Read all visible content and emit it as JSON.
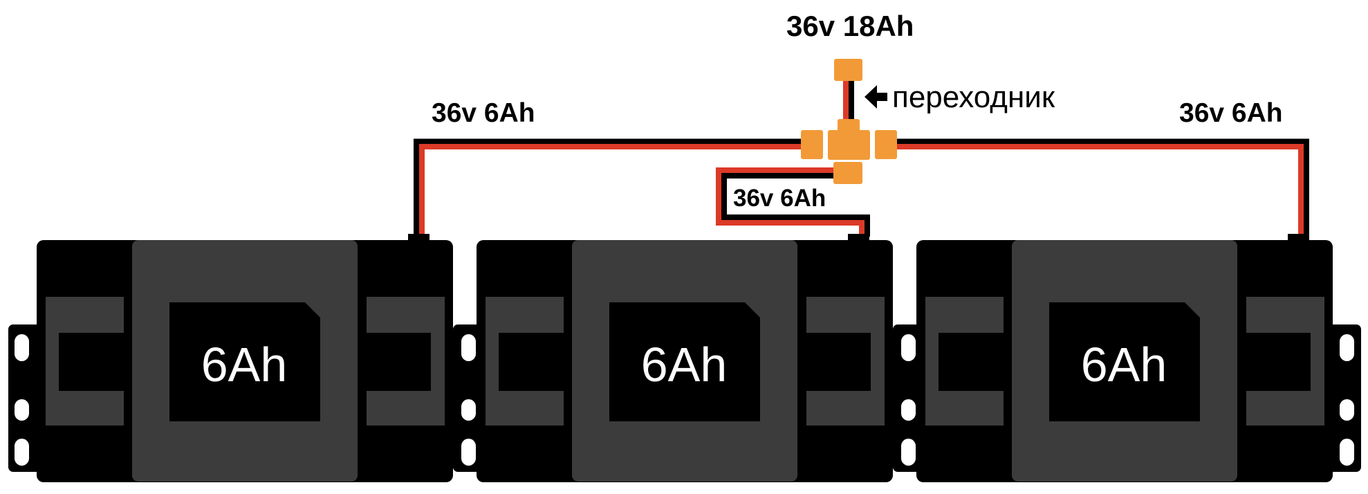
{
  "diagram": {
    "title": "36v 18Ah",
    "adapter_label": "переходник",
    "colors": {
      "wire_positive": "#DC3A28",
      "wire_negative": "#000000",
      "connector": "#F29A38",
      "battery_body": "#000000",
      "battery_panel": "#3C3C3C",
      "label_text": "#FFFFFF"
    },
    "branches": [
      {
        "label": "36v 6Ah",
        "battery": 0,
        "position": "left"
      },
      {
        "label": "36v 6Ah",
        "battery": 1,
        "position": "middle"
      },
      {
        "label": "36v 6Ah",
        "battery": 2,
        "position": "right"
      }
    ],
    "batteries": [
      {
        "capacity": "6Ah"
      },
      {
        "capacity": "6Ah"
      },
      {
        "capacity": "6Ah"
      }
    ]
  }
}
